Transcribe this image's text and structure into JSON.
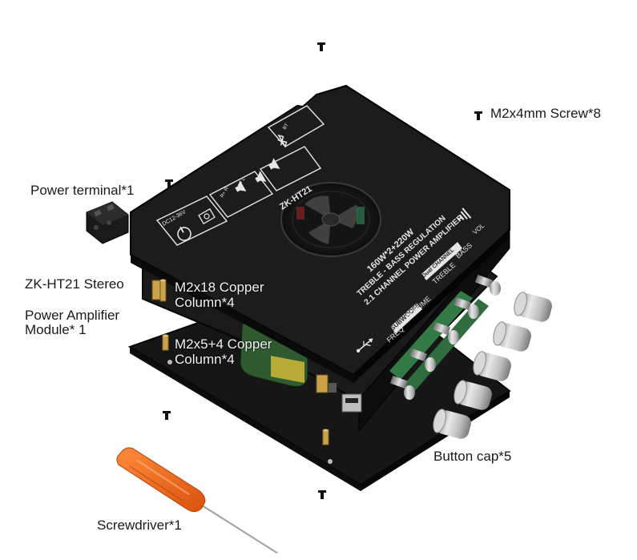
{
  "labels": {
    "screw": "M2x4mm Screw*8",
    "power_terminal": "Power terminal*1",
    "module_line1": "ZK-HT21 Stereo",
    "module_line2": "Power Amplifier",
    "module_line3": "Module* 1",
    "column18_line1": "M2x18 Copper",
    "column18_line2": "Column*4",
    "column54_line1": "M2x5+4 Copper",
    "column54_line2": "Column*4",
    "button_cap": "Button cap*5",
    "screwdriver": "Screwdriver*1"
  },
  "board_print": {
    "model": "ZK-HT21",
    "spec_line1": "160W*2+220W",
    "spec_line2": "TREBLE - BASS REGULATION",
    "spec_line3": "2.1 CHANNEL POWER AMPLIFIER",
    "subwoofer": "SUBWOOFER",
    "freq": "FREQ",
    "volume": "VOLUME",
    "dual_channel": "Dual CHANNEL",
    "treble": "TREBLE",
    "bass": "BASS",
    "vol": "VOL",
    "power_input": "DC12-36V",
    "out_r": "R+ R-",
    "out_l": "L+ L-",
    "bt": "BT"
  },
  "colors": {
    "board": "#1c1c1c",
    "board_edge": "#0a0a0a",
    "print": "#e6e6e6",
    "screwdriver_handle": "#f26a1b",
    "knob_cap": "#c9c9c9",
    "capacitor": "#2f5a2f",
    "copper": "#c9a24a",
    "terminal_green": "#3e8b52"
  },
  "icons": [
    "screw-icon",
    "usb-icon",
    "power-icon",
    "bluetooth-icon",
    "fan-icon",
    "speaker-icon"
  ]
}
